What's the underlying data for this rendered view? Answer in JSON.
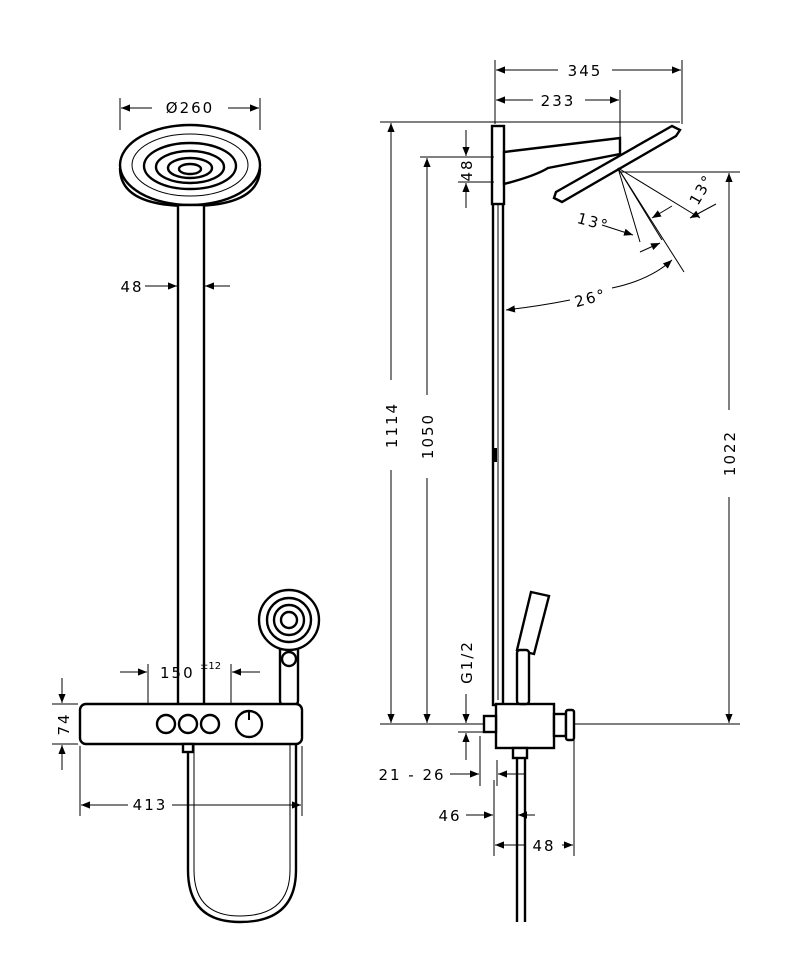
{
  "drawing": {
    "front_view": {
      "head_diameter": "Ø260",
      "pipe_width": "48",
      "spacing": "150",
      "spacing_tolerance": "±12",
      "mixer_height": "74",
      "mixer_width": "413"
    },
    "side_view": {
      "total_projection": "345",
      "arm_projection": "233",
      "total_height": "1114",
      "mid_height": "1050",
      "head_height": "1022",
      "bracket_height": "48",
      "tilt_a": "13°",
      "tilt_b": "13°",
      "tilt_total": "26°",
      "thread": "G1/2",
      "wall_offset": "21 - 26",
      "depth_46": "46",
      "depth_48": "48"
    }
  }
}
